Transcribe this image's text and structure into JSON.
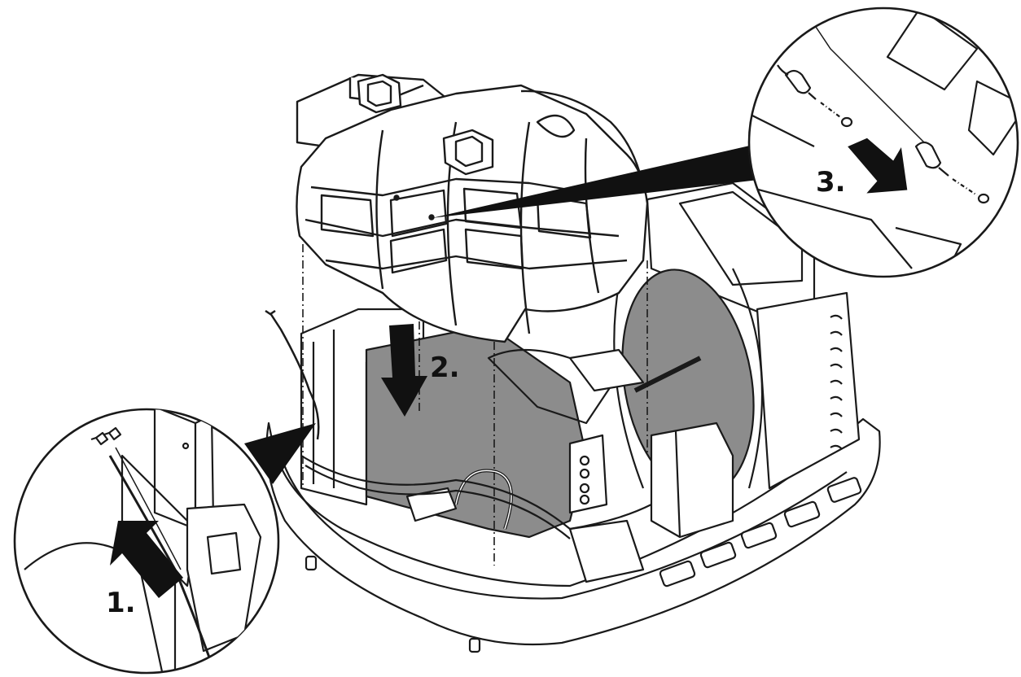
{
  "steps": [
    {
      "label": "1."
    },
    {
      "label": "2."
    },
    {
      "label": "3."
    }
  ],
  "colors": {
    "line": "#1a1a1a",
    "fill": "#ffffff",
    "shade": "#8c8c8c",
    "arrow": "#111111"
  },
  "icons": [
    "arrow-up-left-icon",
    "arrow-down-icon",
    "arrow-right-down-icon"
  ]
}
